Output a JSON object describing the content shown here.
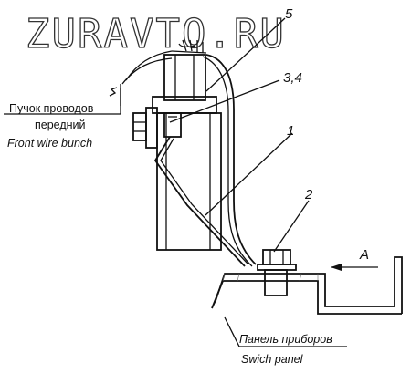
{
  "watermark": "ZURAVTO.RU",
  "labels": {
    "front_bunch_ru_1": "Пучок проводов",
    "front_bunch_ru_2": "передний",
    "front_bunch_en": "Front wire bunch",
    "panel_ru": "Панель приборов",
    "panel_en": "Swich panel",
    "view_arrow": "A"
  },
  "callouts": {
    "c5": "5",
    "c34": "3,4",
    "c1": "1",
    "c2": "2"
  }
}
